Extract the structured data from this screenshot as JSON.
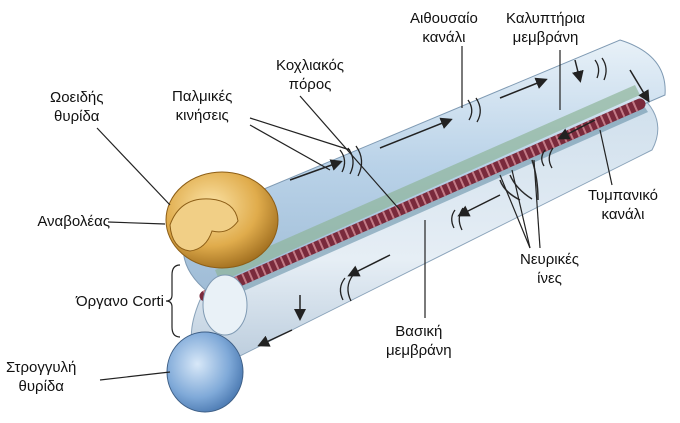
{
  "labels": {
    "oval_window": [
      "Ωοειδής",
      "θυρίδα"
    ],
    "stapes": "Αναβολέας",
    "organ_of_corti": "Όργανο Corti",
    "round_window": [
      "Στρογγυλή",
      "θυρίδα"
    ],
    "pressure_movements": [
      "Παλμικές",
      "κινήσεις"
    ],
    "cochlear_duct": [
      "Κοχλιακός",
      "πόρος"
    ],
    "scala_vestibuli": [
      "Αιθουσαίο",
      "κανάλι"
    ],
    "tectorial_membrane": [
      "Καλυπτήρια",
      "μεμβράνη"
    ],
    "scala_tympani": [
      "Τυμπανικό",
      "κανάλι"
    ],
    "nerve_fibers": [
      "Νευρικές",
      "ίνες"
    ],
    "basilar_membrane": [
      "Βασική",
      "μεμβράνη"
    ]
  },
  "colors": {
    "upper_tube": "#c9dff0",
    "lower_tube": "#d6e4ef",
    "basilar_membrane": "#7a2a3c",
    "oval_window": "#d9a441",
    "round_window": "#7fa9d8",
    "leader_lines": "#222222"
  }
}
